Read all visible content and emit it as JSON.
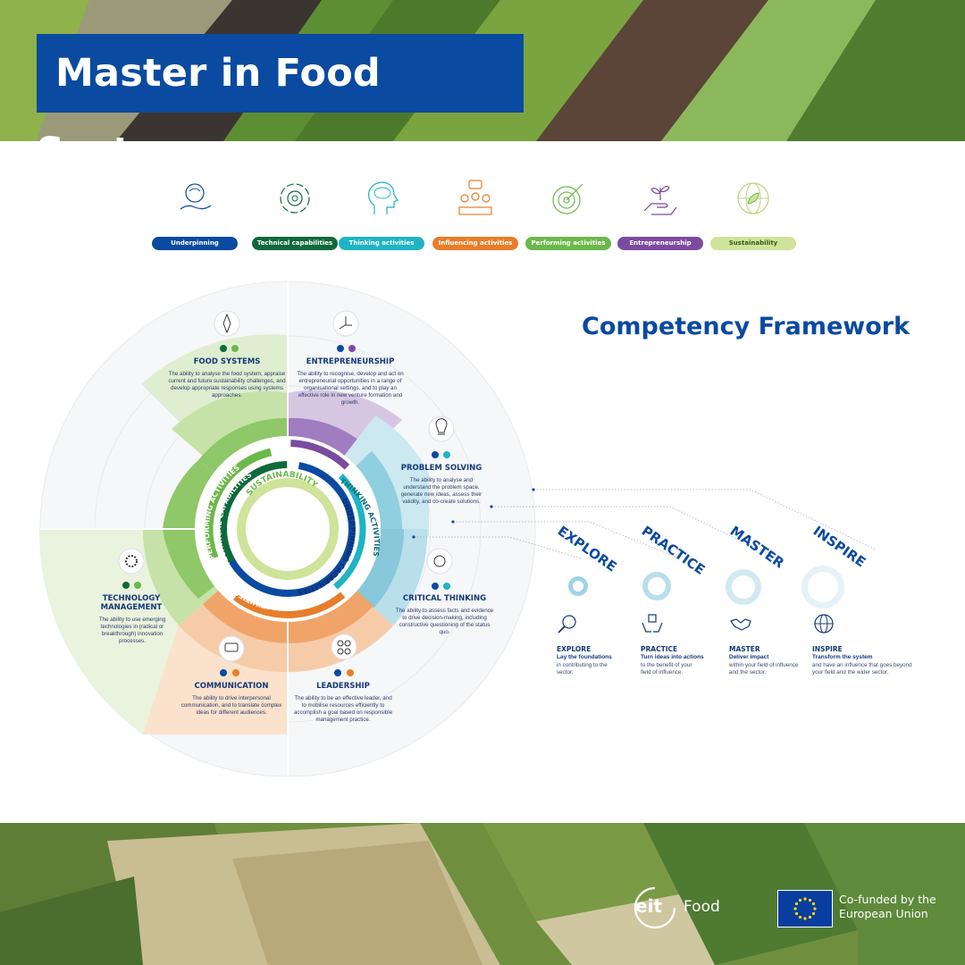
{
  "header": {
    "title": "Master in Food Systems"
  },
  "legend": [
    {
      "label": "Underpinning capabilities",
      "color": "#0a4aa0",
      "icon": "head-hand-icon"
    },
    {
      "label": "Technical capabilities",
      "color": "#0e6a3a",
      "icon": "gear-cycle-icon"
    },
    {
      "label": "Thinking activities",
      "color": "#1eb4c4",
      "icon": "brain-head-icon"
    },
    {
      "label": "Influencing activities",
      "color": "#e87d2a",
      "icon": "people-speech-icon"
    },
    {
      "label": "Performing activities",
      "color": "#6cb84a",
      "icon": "target-icon"
    },
    {
      "label": "Entrepreneurship",
      "color": "#7b4ba0",
      "icon": "hand-plant-icon"
    },
    {
      "label": "Sustainability",
      "color": "#cfe39a",
      "icon": "globe-leaf-icon"
    }
  ],
  "framework": {
    "title": "Competency Framework",
    "inner_rings": {
      "entrepreneurship": "ENTREPRENEURSHIP",
      "thinking": "THINKING ACTIVITIES",
      "underpinning": "UNDERPINNING CAPABILITIES",
      "influencing": "INFLUENCING ACTIVITIES",
      "performing": "PERFORMING ACTIVITIES",
      "technical": "TECHNICAL CAPABILITIES",
      "sustainability": "SUSTAINABILITY"
    },
    "segments": [
      {
        "title": "FOOD SYSTEMS",
        "desc": "The ability to analyse the food system, appraise current and future sustainability challenges, and develop appropriate responses using systems approaches.",
        "icon": "compass-icon"
      },
      {
        "title": "ENTREPRENEURSHIP",
        "desc": "The ability to recognise, develop and act on entrepreneurial opportunities in a range of organisational settings, and to play an effective role in new venture formation and growth.",
        "icon": "hand-plant-icon"
      },
      {
        "title": "PROBLEM SOLVING",
        "desc": "The ability to analyse and understand the problem space, generate new ideas, assess their validity, and co-create solutions.",
        "icon": "lightbulb-icon"
      },
      {
        "title": "CRITICAL THINKING",
        "desc": "The ability to assess facts and evidence to drive decision-making, including constructive questioning of the status quo.",
        "icon": "brain-gear-icon"
      },
      {
        "title": "LEADERSHIP",
        "desc": "The ability to be an effective leader, and to mobilise resources efficiently to accomplish a goal based on responsible management practice.",
        "icon": "team-icon"
      },
      {
        "title": "COMMUNICATION",
        "desc": "The ability to drive interpersonal communication, and to translate complex ideas for different audiences.",
        "icon": "chat-icon"
      },
      {
        "title": "TECHNOLOGY MANAGEMENT",
        "desc": "The ability to use emerging technologies in (radical or breakthrough) innovation processes.",
        "icon": "gear-icon"
      }
    ]
  },
  "levels": [
    {
      "big": "EXPLORE",
      "name": "EXPLORE",
      "sub": "Lay the foundations",
      "desc": "in contributing to the sector.",
      "icon": "magnifier-icon"
    },
    {
      "big": "PRACTICE",
      "name": "PRACTICE",
      "sub": "Turn ideas into actions",
      "desc": "to the benefit of your field of influence.",
      "icon": "hands-box-icon"
    },
    {
      "big": "MASTER",
      "name": "MASTER",
      "sub": "Deliver impact",
      "desc": "within your field of influence and the sector.",
      "icon": "handshake-icon"
    },
    {
      "big": "INSPIRE",
      "name": "INSPIRE",
      "sub": "Transform the system",
      "desc": "and have an influence that goes beyond your field and the wider sector.",
      "icon": "globe-icon"
    }
  ],
  "footer": {
    "logo_main": "eit",
    "logo_sub": "Food",
    "eu_line1": "Co-funded by the",
    "eu_line2": "European Union"
  }
}
